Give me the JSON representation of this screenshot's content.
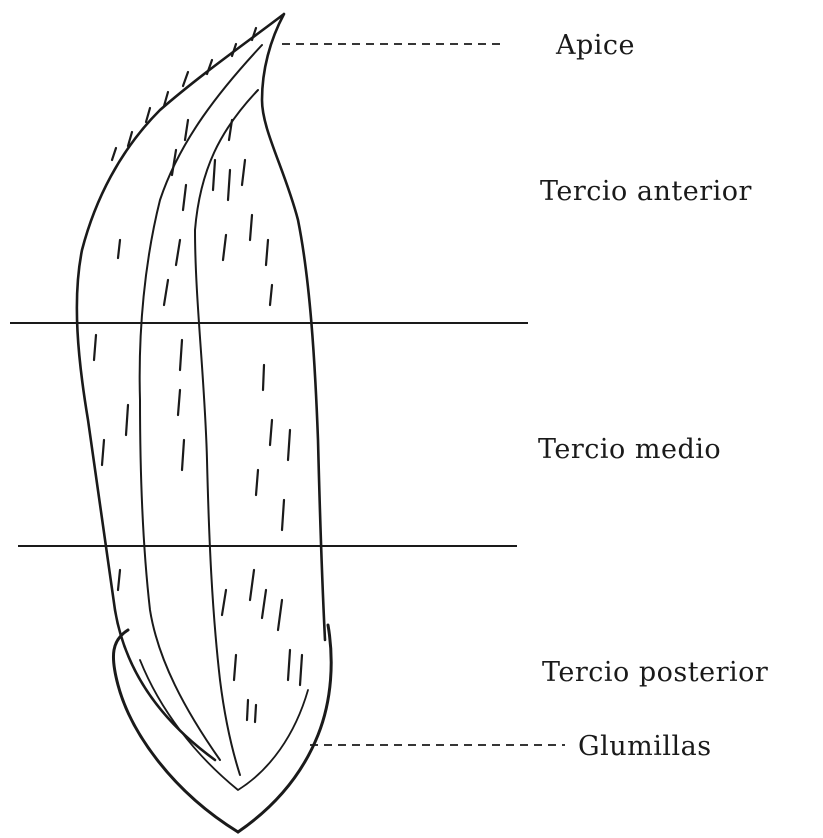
{
  "labels": {
    "apex": "Apice",
    "anterior_third": "Tercio anterior",
    "middle_third": "Tercio medio",
    "posterior_third": "Tercio posterior",
    "glumellae": "Glumillas"
  },
  "colors": {
    "ink": "#1a1a1a",
    "background": "#ffffff"
  }
}
